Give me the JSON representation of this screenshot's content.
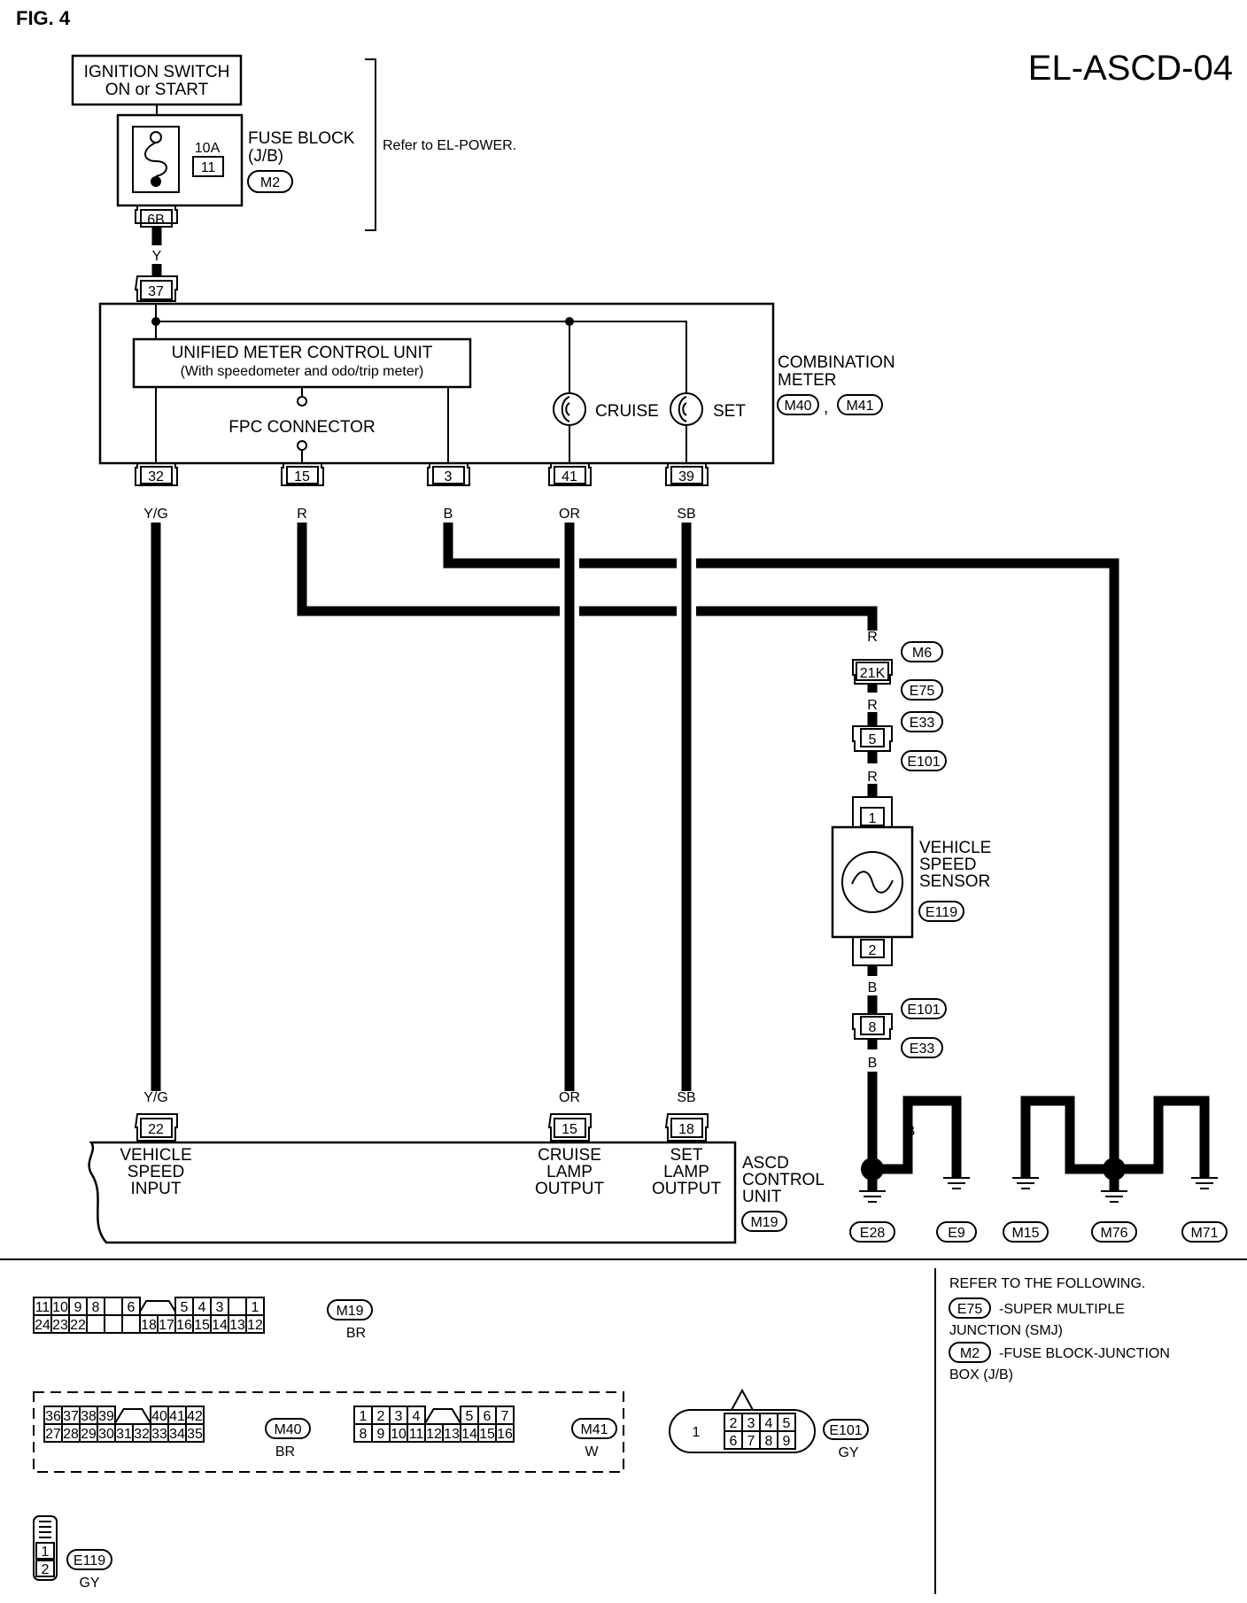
{
  "figure": {
    "label": "FIG. 4",
    "code": "EL-ASCD-04"
  },
  "ignition": {
    "line1": "IGNITION SWITCH",
    "line2": "ON or START"
  },
  "fuse": {
    "amp": "10A",
    "number": "11",
    "line1": "FUSE BLOCK",
    "line2": "(J/B)",
    "connector": "M2",
    "pin": "6B",
    "wire": "Y",
    "refer": "Refer to EL-POWER."
  },
  "meter": {
    "title1": "COMBINATION",
    "title2": "METER",
    "conn1": "M40",
    "sep": ",",
    "conn2": "M41",
    "unit1": "UNIFIED METER CONTROL UNIT",
    "unit2": "(With speedometer and odo/trip meter)",
    "fpc": "FPC CONNECTOR",
    "lamp_cruise": "CRUISE",
    "lamp_set": "SET",
    "in_pin": "37",
    "pins": [
      {
        "pin": "32",
        "wire": "Y/G"
      },
      {
        "pin": "15",
        "wire": "R"
      },
      {
        "pin": "3",
        "wire": "B"
      },
      {
        "pin": "41",
        "wire": "OR"
      },
      {
        "pin": "39",
        "wire": "SB"
      }
    ]
  },
  "sensor_chain": {
    "m6": "M6",
    "pin_21k": "21K",
    "e75": "E75",
    "e33a": "E33",
    "pin_5": "5",
    "e101a": "E101",
    "w_r": "R",
    "w_b": "B",
    "vss_pin1": "1",
    "vss_pin2": "2",
    "vss1": "VEHICLE",
    "vss2": "SPEED",
    "vss3": "SENSOR",
    "vss_conn": "E119",
    "e101b": "E101",
    "pin_8": "8",
    "e33b": "E33"
  },
  "grounds": {
    "wire": "B",
    "labels": [
      "E28",
      "E9",
      "M15",
      "M76",
      "M71"
    ]
  },
  "ascd": {
    "title1": "ASCD",
    "title2": "CONTROL",
    "title3": "UNIT",
    "conn": "M19",
    "pins": [
      {
        "pin": "22",
        "wire": "Y/G",
        "l1": "VEHICLE",
        "l2": "SPEED",
        "l3": "INPUT"
      },
      {
        "pin": "15",
        "wire": "OR",
        "l1": "CRUISE",
        "l2": "LAMP",
        "l3": "OUTPUT"
      },
      {
        "pin": "18",
        "wire": "SB",
        "l1": "SET",
        "l2": "LAMP",
        "l3": "OUTPUT"
      }
    ]
  },
  "legend": {
    "m19": {
      "label": "M19",
      "color": "BR",
      "row1": [
        "11",
        "10",
        "9",
        "8",
        "",
        "6",
        "",
        "5",
        "4",
        "3",
        "",
        "1"
      ],
      "row2": [
        "24",
        "23",
        "22",
        "",
        "",
        "",
        "18",
        "17",
        "16",
        "15",
        "14",
        "13",
        "12"
      ]
    },
    "m40": {
      "label": "M40",
      "color": "BR",
      "row1": [
        "36",
        "37",
        "38",
        "39",
        "40",
        "41",
        "42"
      ],
      "row2": [
        "27",
        "28",
        "29",
        "30",
        "31",
        "32",
        "33",
        "34",
        "35"
      ]
    },
    "m41": {
      "label": "M41",
      "color": "W",
      "row1": [
        "1",
        "2",
        "3",
        "4",
        "5",
        "6",
        "7"
      ],
      "row2": [
        "8",
        "9",
        "10",
        "11",
        "12",
        "13",
        "14",
        "15",
        "16"
      ]
    },
    "e101": {
      "label": "E101",
      "color": "GY",
      "big": "1",
      "row1": [
        "2",
        "3",
        "4",
        "5"
      ],
      "row2": [
        "6",
        "7",
        "8",
        "9"
      ]
    },
    "e119": {
      "label": "E119",
      "color": "GY",
      "pins": [
        "1",
        "2"
      ]
    }
  },
  "refer": {
    "heading": "REFER TO THE FOLLOWING.",
    "e75": "E75",
    "e75_text1": "-SUPER MULTIPLE",
    "e75_text2": "JUNCTION (SMJ)",
    "m2": "M2",
    "m2_text1": "-FUSE BLOCK-JUNCTION",
    "m2_text2": "BOX (J/B)"
  }
}
